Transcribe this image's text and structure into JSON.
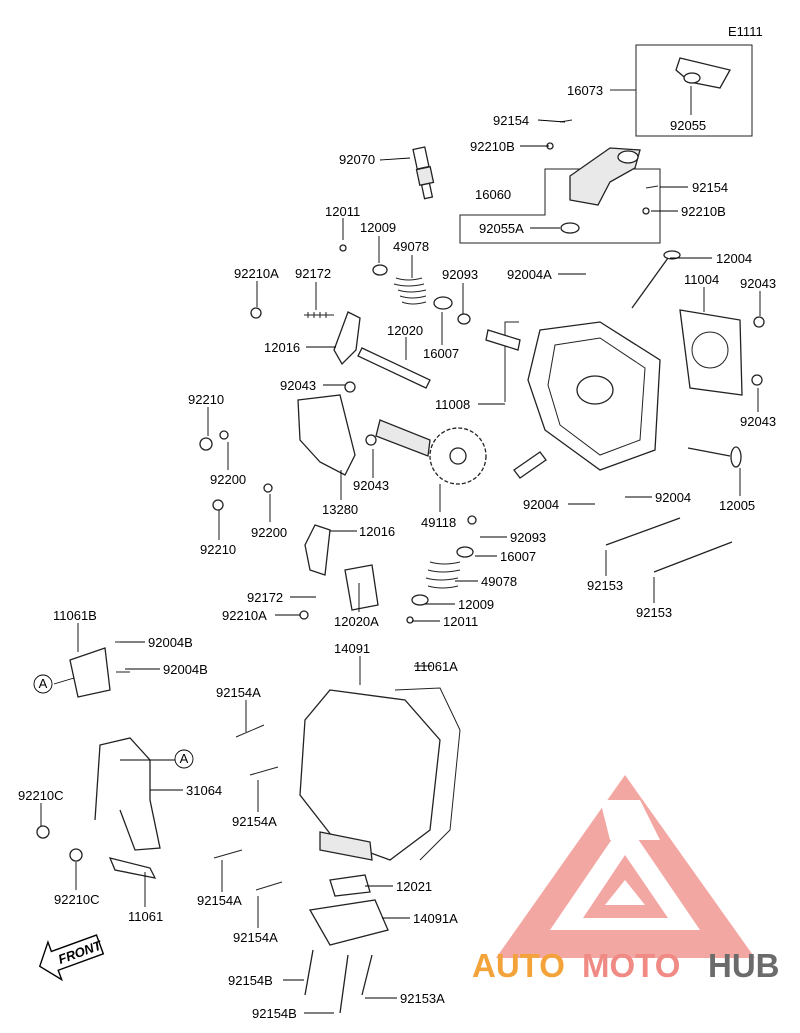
{
  "diagram_code": "E1111",
  "brand": {
    "auto": "AUTO",
    "moto": "MOTO",
    "hub": "HUB",
    "color_red": "#e8413a",
    "color_orange": "#f4a23a",
    "color_gray": "#6b6b6b"
  },
  "front_label": "FRONT",
  "callouts": [
    {
      "id": "c1",
      "text": "16073"
    },
    {
      "id": "c2",
      "text": "92055"
    },
    {
      "id": "c3",
      "text": "92154"
    },
    {
      "id": "c4",
      "text": "92210B"
    },
    {
      "id": "c5",
      "text": "92070"
    },
    {
      "id": "c6",
      "text": "16060"
    },
    {
      "id": "c7",
      "text": "92154"
    },
    {
      "id": "c8",
      "text": "92210B"
    },
    {
      "id": "c9",
      "text": "92055A"
    },
    {
      "id": "c10",
      "text": "12011"
    },
    {
      "id": "c11",
      "text": "12009"
    },
    {
      "id": "c12",
      "text": "49078"
    },
    {
      "id": "c13",
      "text": "92210A"
    },
    {
      "id": "c14",
      "text": "92172"
    },
    {
      "id": "c15",
      "text": "92093"
    },
    {
      "id": "c16",
      "text": "92004A"
    },
    {
      "id": "c17",
      "text": "12004"
    },
    {
      "id": "c18",
      "text": "11004"
    },
    {
      "id": "c19",
      "text": "92043"
    },
    {
      "id": "c20",
      "text": "12020"
    },
    {
      "id": "c21",
      "text": "16007"
    },
    {
      "id": "c22",
      "text": "12016"
    },
    {
      "id": "c23",
      "text": "92043"
    },
    {
      "id": "c24",
      "text": "11008"
    },
    {
      "id": "c25",
      "text": "92043"
    },
    {
      "id": "c26",
      "text": "92210"
    },
    {
      "id": "c27",
      "text": "92200"
    },
    {
      "id": "c28",
      "text": "92043"
    },
    {
      "id": "c29",
      "text": "13280"
    },
    {
      "id": "c30",
      "text": "92200"
    },
    {
      "id": "c31",
      "text": "92210"
    },
    {
      "id": "c32",
      "text": "49118"
    },
    {
      "id": "c33",
      "text": "92004"
    },
    {
      "id": "c34",
      "text": "92004"
    },
    {
      "id": "c35",
      "text": "12005"
    },
    {
      "id": "c36",
      "text": "12016"
    },
    {
      "id": "c37",
      "text": "92093"
    },
    {
      "id": "c38",
      "text": "16007"
    },
    {
      "id": "c39",
      "text": "49078"
    },
    {
      "id": "c40",
      "text": "92153"
    },
    {
      "id": "c41",
      "text": "92172"
    },
    {
      "id": "c42",
      "text": "92210A"
    },
    {
      "id": "c43",
      "text": "12009"
    },
    {
      "id": "c44",
      "text": "12011"
    },
    {
      "id": "c45",
      "text": "12020A"
    },
    {
      "id": "c46",
      "text": "92153"
    },
    {
      "id": "c47",
      "text": "11061B"
    },
    {
      "id": "c48",
      "text": "92004B"
    },
    {
      "id": "c49",
      "text": "92004B"
    },
    {
      "id": "c50",
      "text": "14091"
    },
    {
      "id": "c51",
      "text": "11061A"
    },
    {
      "id": "c52",
      "text": "92154A"
    },
    {
      "id": "c53",
      "text": "92210C"
    },
    {
      "id": "c54",
      "text": "31064"
    },
    {
      "id": "c55",
      "text": "92154A"
    },
    {
      "id": "c56",
      "text": "92210C"
    },
    {
      "id": "c57",
      "text": "11061"
    },
    {
      "id": "c58",
      "text": "92154A"
    },
    {
      "id": "c59",
      "text": "12021"
    },
    {
      "id": "c60",
      "text": "92154A"
    },
    {
      "id": "c61",
      "text": "14091A"
    },
    {
      "id": "c62",
      "text": "92154B"
    },
    {
      "id": "c63",
      "text": "92153A"
    },
    {
      "id": "c64",
      "text": "92154B"
    }
  ],
  "ref_markers": [
    {
      "id": "a1",
      "text": "A"
    },
    {
      "id": "a2",
      "text": "A"
    }
  ]
}
